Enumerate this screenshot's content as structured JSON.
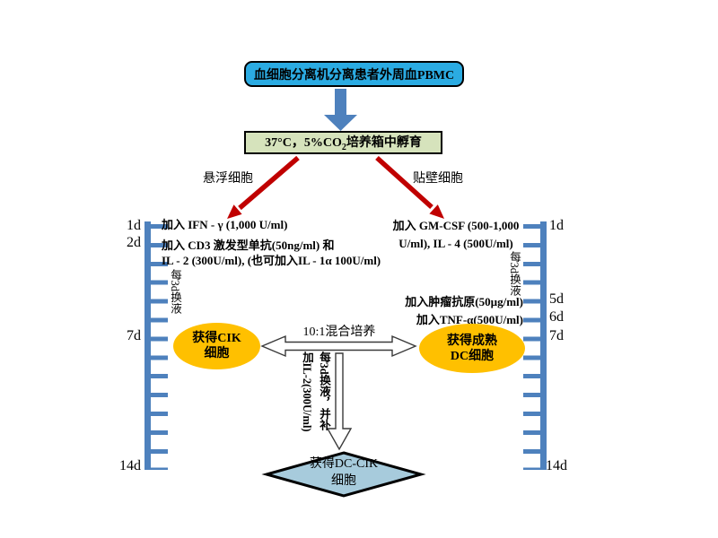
{
  "title_box": {
    "text": "血细胞分离机分离患者外周血PBMC"
  },
  "incubation_box": {
    "pre": "37°C，5%CO",
    "sub": "2",
    "post": "培养箱中孵育"
  },
  "branch_labels": {
    "left": "悬浮细胞",
    "right": "贴壁细胞"
  },
  "left_branch": {
    "line1": "加入 IFN - γ (1,000 U/ml)",
    "line2": "加入 CD3 激发型单抗(50ng/ml) 和",
    "line3": "IL - 2 (300U/ml), (也可加入IL - 1α 100U/ml)",
    "media_change": "每3d换液",
    "result": {
      "line1": "获得CIK",
      "line2": "细胞"
    }
  },
  "right_branch": {
    "line1": "加入 GM-CSF (500-1,000",
    "line2": "U/ml), IL - 4 (500U/ml)",
    "media_change": "每3d换液",
    "antigen": "加入肿瘤抗原(50µg/ml)",
    "tnf": "加入TNF-α(500U/ml)",
    "result": {
      "line1": "获得成熟",
      "line2": "DC细胞"
    }
  },
  "coculture": {
    "label": "10:1混合培养",
    "note_col_left": "加IL-2(300U/ml)",
    "note_col_right": "每3d换液，并补"
  },
  "final_box": {
    "line1": "获得DC-CIK",
    "line2": "细胞"
  },
  "timelines": {
    "left": {
      "labels": [
        "1d",
        "2d",
        "7d",
        "14d"
      ]
    },
    "right": {
      "labels": [
        "1d",
        "5d",
        "6d",
        "7d",
        "14d"
      ]
    }
  },
  "colors": {
    "pbmc_box": "#2babe2",
    "incubation_box": "#d6e3bc",
    "flow_blue": "#4e81bd",
    "flow_red": "#c00000",
    "result_orange": "#ffc000",
    "final_diamond": "#a7cbdc",
    "hollow_arrow_fill": "#ffffff",
    "outline": "#000000"
  }
}
